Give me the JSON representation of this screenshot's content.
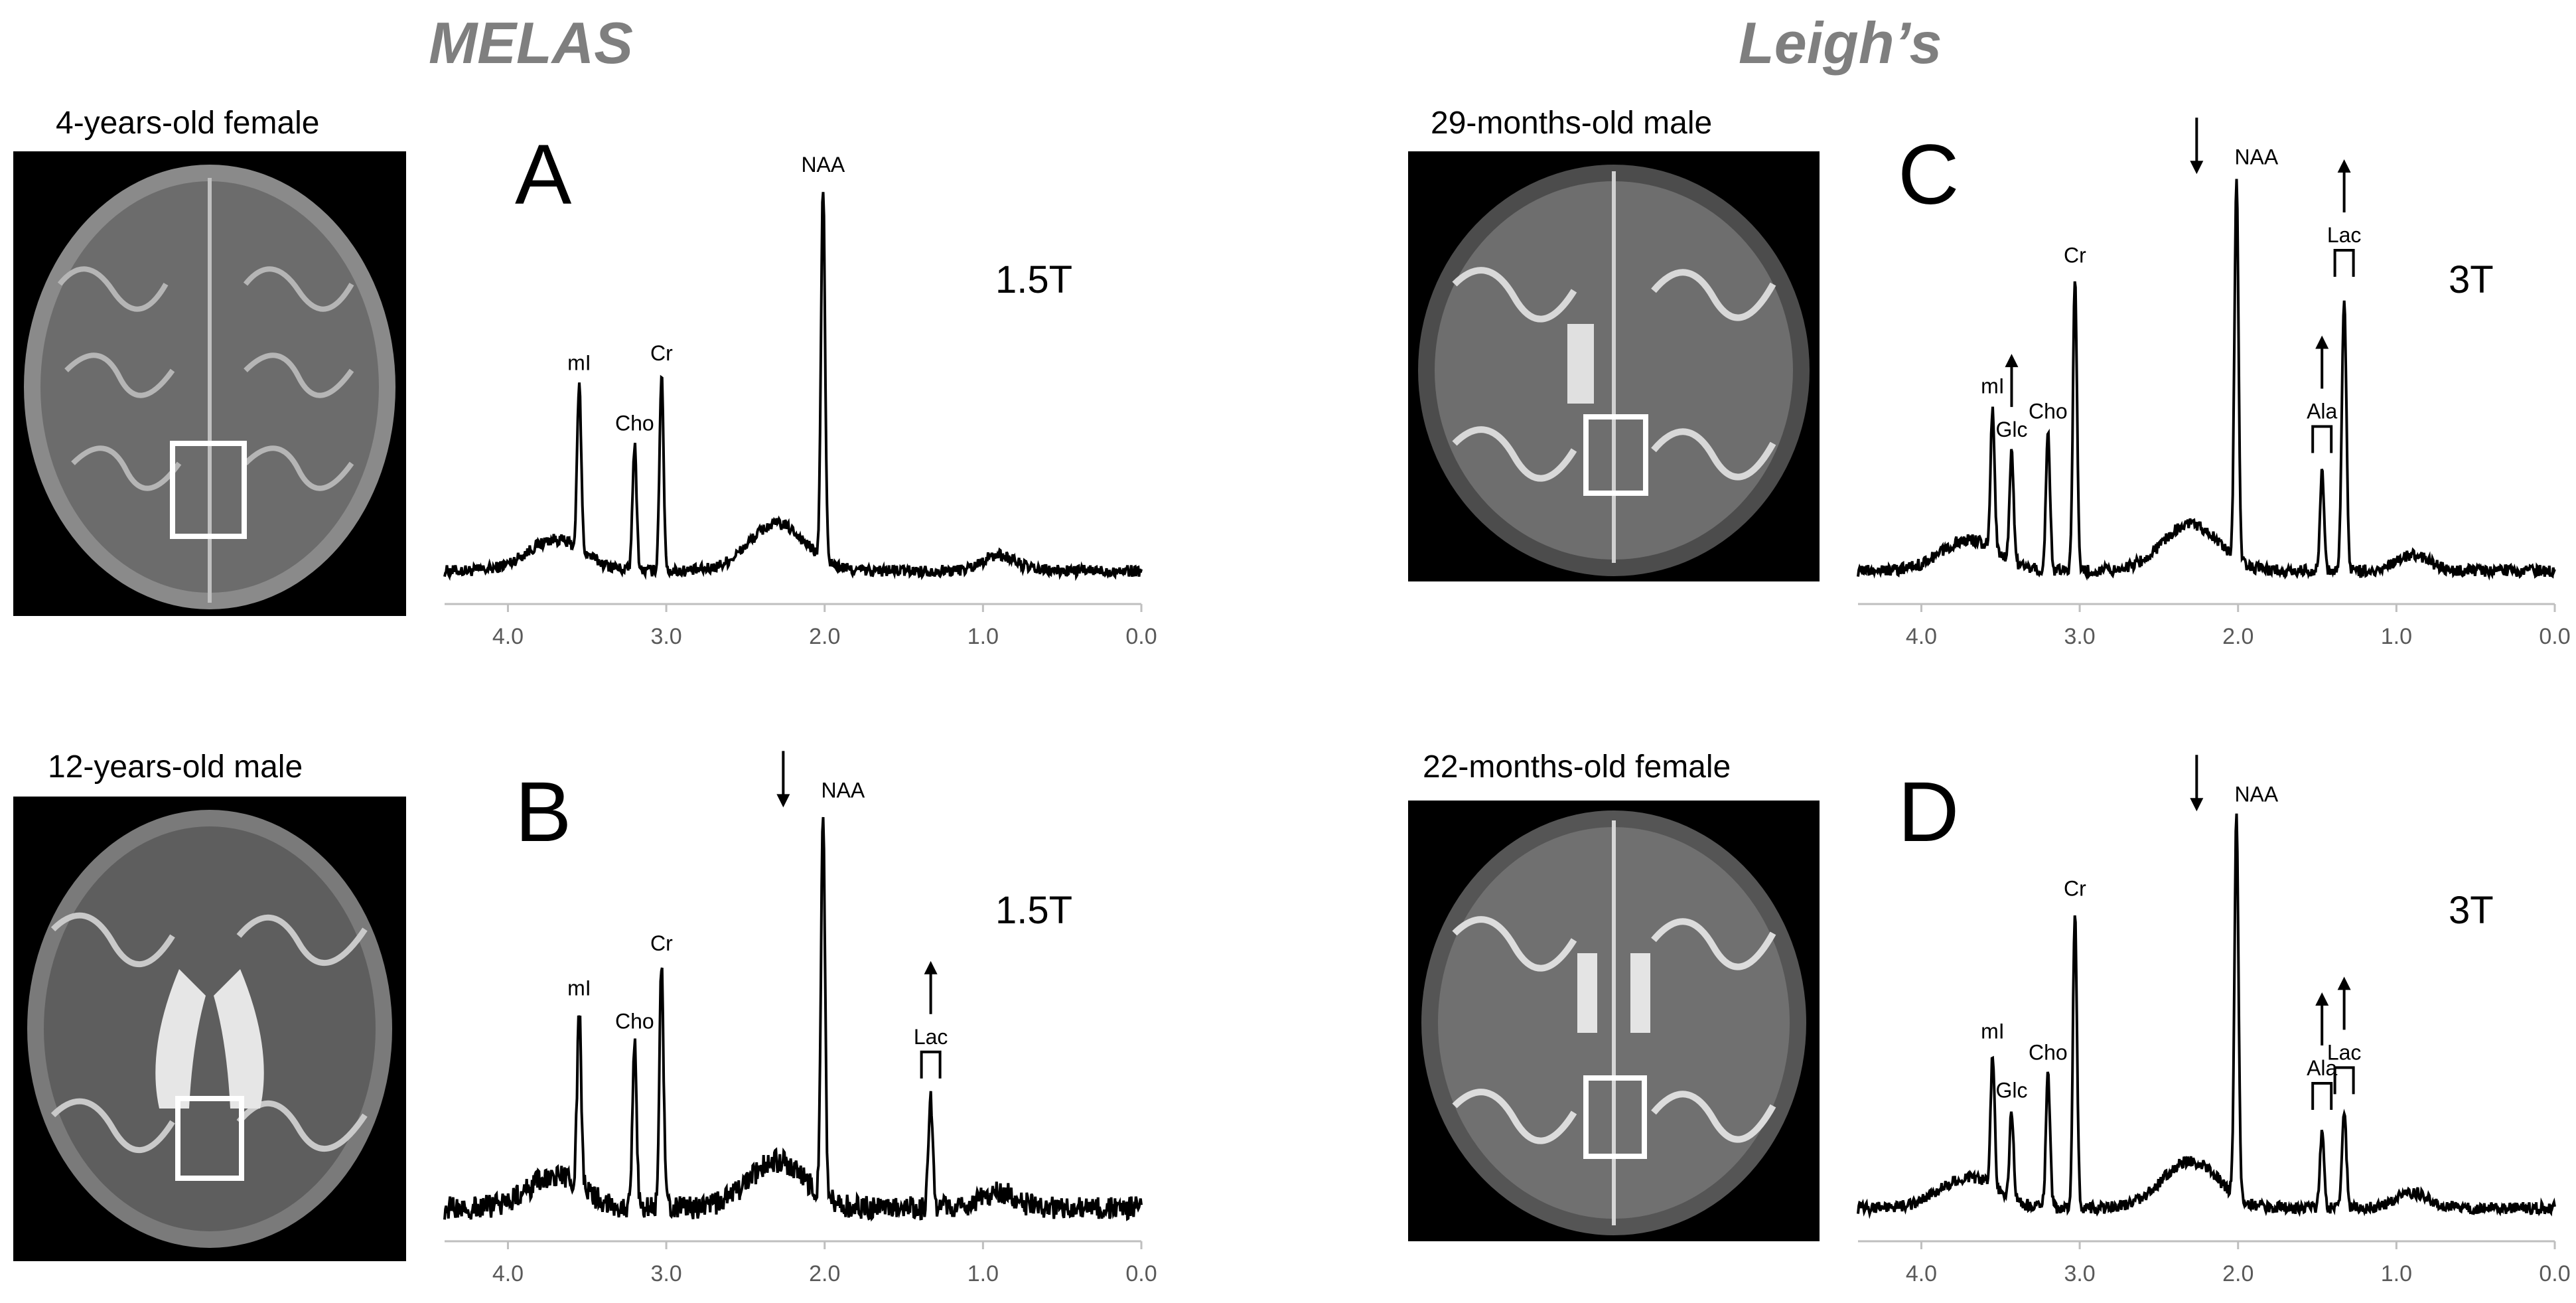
{
  "titles": {
    "left": "MELAS",
    "right": "Leigh’s"
  },
  "chart_data": [
    {
      "type": "line",
      "panel": "A",
      "field_strength": "1.5T",
      "patient": "4-years-old female",
      "x_ticks": [
        "4.0",
        "3.0",
        "2.0",
        "1.0",
        "0.0"
      ],
      "xlim": [
        4.4,
        0.0
      ],
      "peaks": [
        {
          "name": "mI",
          "ppm": 3.55,
          "height": 0.42
        },
        {
          "name": "Cho",
          "ppm": 3.2,
          "height": 0.32
        },
        {
          "name": "Cr",
          "ppm": 3.03,
          "height": 0.5
        },
        {
          "name": "NAA",
          "ppm": 2.01,
          "height": 0.95
        }
      ]
    },
    {
      "type": "line",
      "panel": "B",
      "field_strength": "1.5T",
      "patient": "12-years-old male",
      "x_ticks": [
        "4.0",
        "3.0",
        "2.0",
        "1.0",
        "0.0"
      ],
      "xlim": [
        4.4,
        0.0
      ],
      "peaks": [
        {
          "name": "mI",
          "ppm": 3.55,
          "height": 0.45
        },
        {
          "name": "Cho",
          "ppm": 3.2,
          "height": 0.42
        },
        {
          "name": "Cr",
          "ppm": 3.03,
          "height": 0.62
        },
        {
          "name": "NAA",
          "ppm": 2.01,
          "height": 0.98
        },
        {
          "name": "Lac",
          "ppm": 1.33,
          "height": 0.28
        }
      ],
      "annotations": [
        {
          "label": "NAA",
          "direction": "down"
        },
        {
          "label": "Lac",
          "direction": "up"
        }
      ]
    },
    {
      "type": "line",
      "panel": "C",
      "field_strength": "3T",
      "patient": "29-months-old male",
      "x_ticks": [
        "4.0",
        "3.0",
        "2.0",
        "1.0",
        "0.0"
      ],
      "xlim": [
        4.4,
        0.0
      ],
      "peaks": [
        {
          "name": "mI",
          "ppm": 3.55,
          "height": 0.36
        },
        {
          "name": "Glc",
          "ppm": 3.43,
          "height": 0.28
        },
        {
          "name": "Cho",
          "ppm": 3.2,
          "height": 0.35
        },
        {
          "name": "Cr",
          "ppm": 3.03,
          "height": 0.75
        },
        {
          "name": "NAA",
          "ppm": 2.01,
          "height": 0.97
        },
        {
          "name": "Ala",
          "ppm": 1.47,
          "height": 0.25
        },
        {
          "name": "Lac",
          "ppm": 1.33,
          "height": 0.7
        }
      ],
      "annotations": [
        {
          "label": "NAA",
          "direction": "down"
        },
        {
          "label": "Glc",
          "direction": "up"
        },
        {
          "label": "Ala",
          "direction": "up"
        },
        {
          "label": "Lac",
          "direction": "up"
        }
      ]
    },
    {
      "type": "line",
      "panel": "D",
      "field_strength": "3T",
      "patient": "22-months-old female",
      "x_ticks": [
        "4.0",
        "3.0",
        "2.0",
        "1.0",
        "0.0"
      ],
      "xlim": [
        4.4,
        0.0
      ],
      "peaks": [
        {
          "name": "mI",
          "ppm": 3.55,
          "height": 0.34
        },
        {
          "name": "Glc",
          "ppm": 3.43,
          "height": 0.22
        },
        {
          "name": "Cho",
          "ppm": 3.2,
          "height": 0.34
        },
        {
          "name": "Cr",
          "ppm": 3.03,
          "height": 0.76
        },
        {
          "name": "NAA",
          "ppm": 2.01,
          "height": 0.97
        },
        {
          "name": "Ala",
          "ppm": 1.47,
          "height": 0.2
        },
        {
          "name": "Lac",
          "ppm": 1.33,
          "height": 0.24
        }
      ],
      "annotations": [
        {
          "label": "NAA",
          "direction": "down"
        },
        {
          "label": "Ala",
          "direction": "up"
        },
        {
          "label": "Lac",
          "direction": "up"
        }
      ]
    }
  ]
}
